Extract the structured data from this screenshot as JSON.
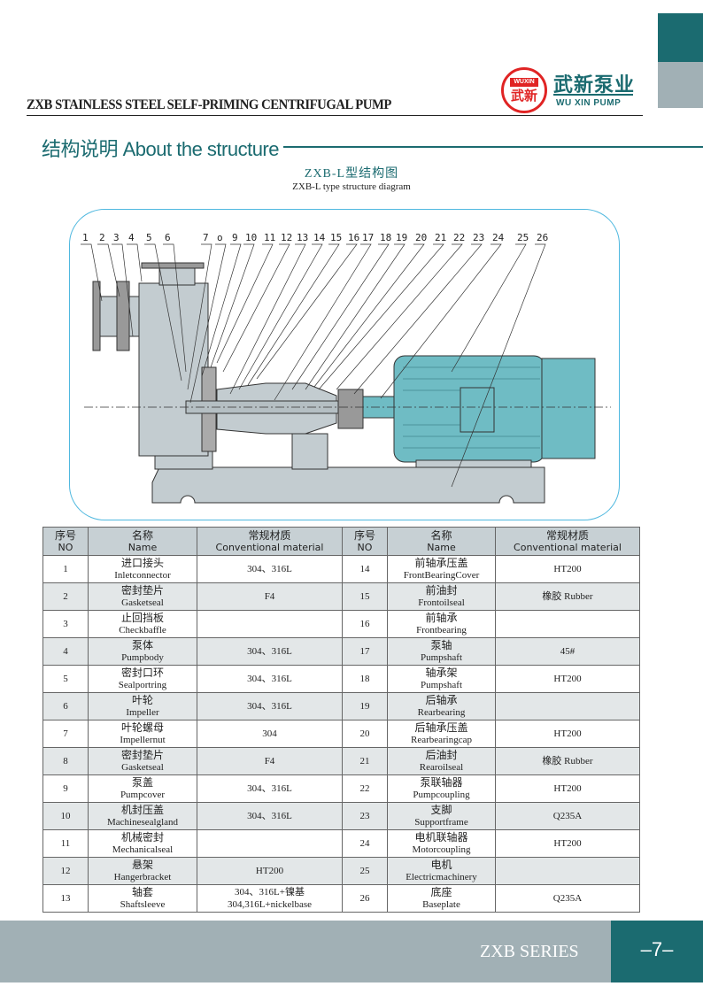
{
  "header": {
    "doc_title": "ZXB STAINLESS STEEL SELF-PRIMING CENTRIFUGAL PUMP",
    "logo_seal_top": "WUXIN",
    "logo_seal_cn": "武新",
    "brand_cn": "武新泵业",
    "brand_en": "WU XIN PUMP"
  },
  "section": {
    "title": "结构说明 About the structure"
  },
  "diagram": {
    "title_cn": "ZXB-L型结构图",
    "title_en": "ZXB-L type structure diagram",
    "callouts": [
      "1",
      "2",
      "3",
      "4",
      "5",
      "6",
      "7",
      "o",
      "9",
      "10",
      "11",
      "12",
      "13",
      "14",
      "15",
      "16",
      "17",
      "18",
      "19",
      "20",
      "21",
      "22",
      "23",
      "24",
      "25",
      "26"
    ],
    "colors": {
      "motor": "#6fbcc4",
      "body": "#c3ccd0",
      "border": "#4fb8df"
    }
  },
  "table": {
    "headers": {
      "no_cn": "序号",
      "no_en": "NO",
      "name_cn": "名称",
      "name_en": "Name",
      "mat_cn": "常规材质",
      "mat_en": "Conventional material"
    },
    "rows": [
      [
        {
          "no": "1",
          "cn": "进口接头",
          "en": "Inletconnector",
          "mat": "304、316L"
        },
        {
          "no": "14",
          "cn": "前轴承压盖",
          "en": "FrontBearingCover",
          "mat": "HT200"
        }
      ],
      [
        {
          "no": "2",
          "cn": "密封垫片",
          "en": "Gasketseal",
          "mat": "F4"
        },
        {
          "no": "15",
          "cn": "前油封",
          "en": "Frontoilseal",
          "mat": "橡胶 Rubber"
        }
      ],
      [
        {
          "no": "3",
          "cn": "止回挡板",
          "en": "Checkbaffle",
          "mat": ""
        },
        {
          "no": "16",
          "cn": "前轴承",
          "en": "Frontbearing",
          "mat": ""
        }
      ],
      [
        {
          "no": "4",
          "cn": "泵体",
          "en": "Pumpbody",
          "mat": "304、316L"
        },
        {
          "no": "17",
          "cn": "泵轴",
          "en": "Pumpshaft",
          "mat": "45#"
        }
      ],
      [
        {
          "no": "5",
          "cn": "密封口环",
          "en": "Sealportring",
          "mat": "304、316L"
        },
        {
          "no": "18",
          "cn": "轴承架",
          "en": "Pumpshaft",
          "mat": "HT200"
        }
      ],
      [
        {
          "no": "6",
          "cn": "叶轮",
          "en": "Impeller",
          "mat": "304、316L"
        },
        {
          "no": "19",
          "cn": "后轴承",
          "en": "Rearbearing",
          "mat": ""
        }
      ],
      [
        {
          "no": "7",
          "cn": "叶轮螺母",
          "en": "Impellernut",
          "mat": "304"
        },
        {
          "no": "20",
          "cn": "后轴承压盖",
          "en": "Rearbearingcap",
          "mat": "HT200"
        }
      ],
      [
        {
          "no": "8",
          "cn": "密封垫片",
          "en": "Gasketseal",
          "mat": "F4"
        },
        {
          "no": "21",
          "cn": "后油封",
          "en": "Rearoilseal",
          "mat": "橡胶 Rubber"
        }
      ],
      [
        {
          "no": "9",
          "cn": "泵盖",
          "en": "Pumpcover",
          "mat": "304、316L"
        },
        {
          "no": "22",
          "cn": "泵联轴器",
          "en": "Pumpcoupling",
          "mat": "HT200"
        }
      ],
      [
        {
          "no": "10",
          "cn": "机封压盖",
          "en": "Machinesealgland",
          "mat": "304、316L"
        },
        {
          "no": "23",
          "cn": "支脚",
          "en": "Supportframe",
          "mat": "Q235A"
        }
      ],
      [
        {
          "no": "11",
          "cn": "机械密封",
          "en": "Mechanicalseal",
          "mat": ""
        },
        {
          "no": "24",
          "cn": "电机联轴器",
          "en": "Motorcoupling",
          "mat": "HT200"
        }
      ],
      [
        {
          "no": "12",
          "cn": "悬架",
          "en": "Hangerbracket",
          "mat": "HT200"
        },
        {
          "no": "25",
          "cn": "电机",
          "en": "Electricmachinery",
          "mat": ""
        }
      ],
      [
        {
          "no": "13",
          "cn": "轴套",
          "en": "Shaftsleeve",
          "mat": "304、316L+镍基",
          "mat2": "304,316L+nickelbase"
        },
        {
          "no": "26",
          "cn": "底座",
          "en": "Baseplate",
          "mat": "Q235A"
        }
      ]
    ]
  },
  "footer": {
    "series": "ZXB  SERIES",
    "page": "–7–"
  }
}
